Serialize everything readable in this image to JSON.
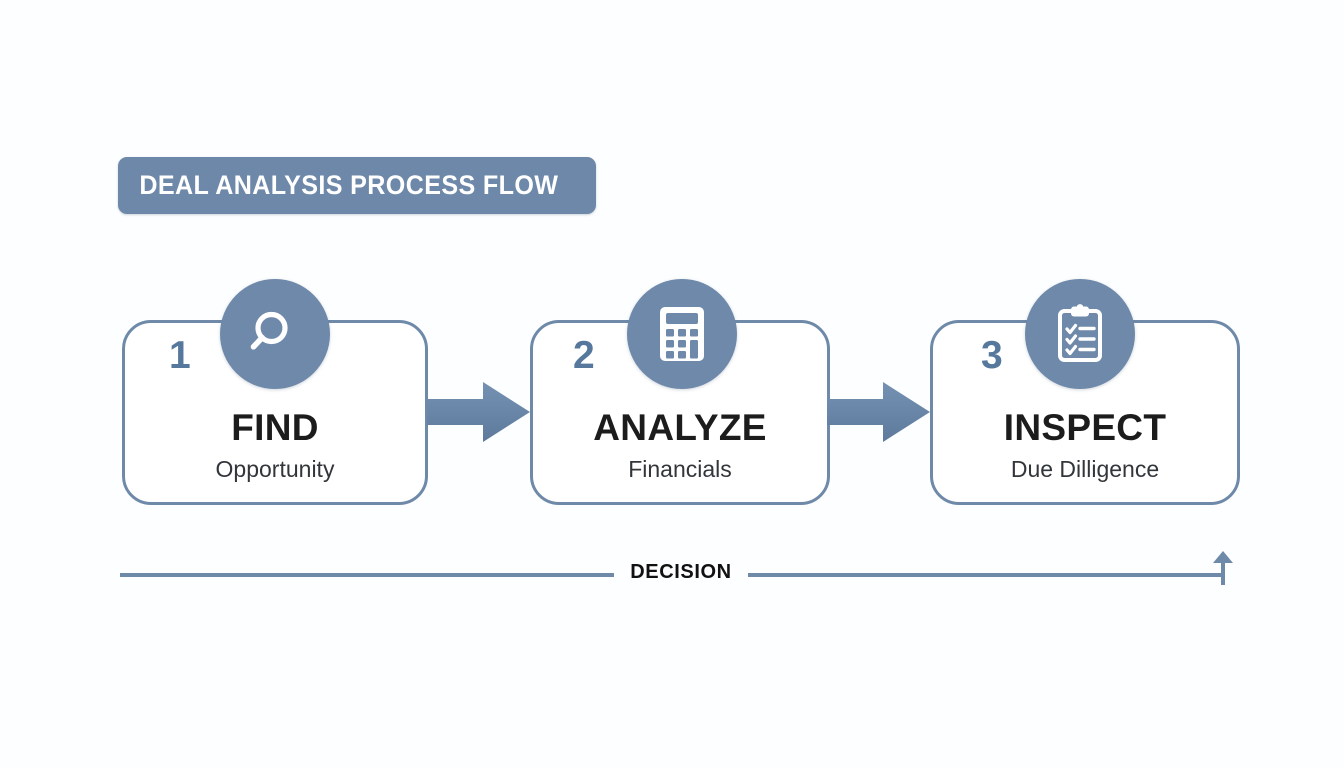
{
  "header": {
    "title": "DEAL ANALYSIS PROCESS FLOW"
  },
  "colors": {
    "accent": "#6e89aa",
    "banner": "#6d88a8",
    "card_border": "#6f8aa9",
    "number": "#56789c",
    "title_text": "#1c1c1c",
    "subtitle_text": "#32363a",
    "background": "#fdfeff",
    "arrow_fill": "#6a86a8",
    "icon_glyph": "#ffffff"
  },
  "steps": [
    {
      "number": "1",
      "title": "FIND",
      "subtitle": "Opportunity",
      "icon": "magnifier-icon"
    },
    {
      "number": "2",
      "title": "ANALYZE",
      "subtitle": "Financials",
      "icon": "calculator-icon"
    },
    {
      "number": "3",
      "title": "INSPECT",
      "subtitle": "Due Dilligence",
      "icon": "clipboard-checklist-icon"
    }
  ],
  "connectors": [
    {
      "icon": "right-block-arrow-icon",
      "from": "1",
      "to": "2"
    },
    {
      "icon": "right-block-arrow-icon",
      "from": "2",
      "to": "3"
    }
  ],
  "footer": {
    "label": "DECISION",
    "arrow_icon": "up-arrow-icon"
  }
}
